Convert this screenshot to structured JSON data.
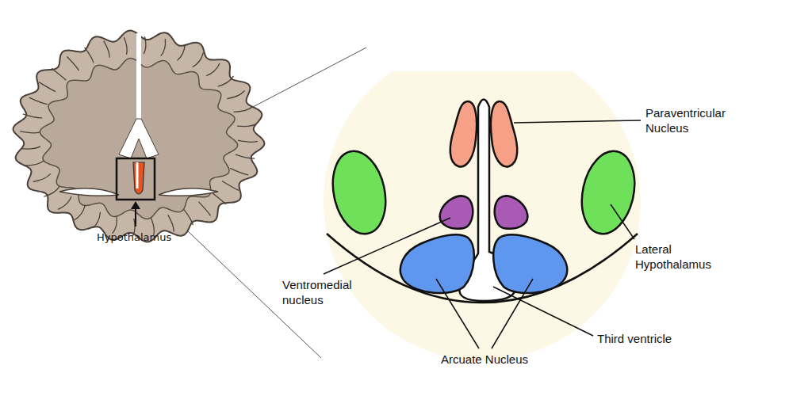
{
  "diagram": {
    "labels": [
      "Hypothalamus",
      "Paraventricular Nucleus",
      "Ventromedial nucleus",
      "Lateral Hypothalamus",
      "Arcuate Nucleus",
      "Third ventricle"
    ]
  }
}
